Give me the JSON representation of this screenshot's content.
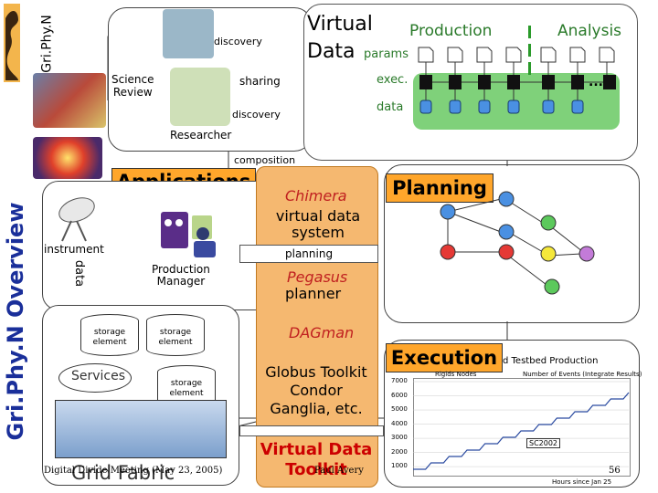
{
  "logo": {
    "vertical_text": "Gri.Phy.N"
  },
  "sidebar": {
    "title": "Gri.Phy.N Overview"
  },
  "virtual_data": {
    "title_line1": "Virtual",
    "title_line2": "Data",
    "production": "Production",
    "analysis": "Analysis",
    "params": "params",
    "exec": "exec.",
    "data": "data",
    "ellipsis": "..."
  },
  "researcher_panel": {
    "discovery_top": "discovery",
    "science_review": "Science\nReview",
    "sharing": "sharing",
    "discovery_bottom": "discovery",
    "researcher": "Researcher",
    "composition": "composition"
  },
  "applications": {
    "title": "Applications"
  },
  "left_panel": {
    "instrument": "instrument",
    "data": "data",
    "production_manager": "Production\nManager",
    "storage_1": "storage\nelement",
    "storage_2": "storage\nelement",
    "storage_3": "storage\nelement",
    "services": "Services",
    "grid_fabric": "Grid Fabric"
  },
  "center_column": {
    "chimera": "Chimera",
    "virtual_data_system": "virtual data\nsystem",
    "planning": "planning",
    "pegasus": "Pegasus",
    "planner": "planner",
    "dagman": "DAGman",
    "globus": "Globus Toolkit\nCondor\nGanglia, etc.",
    "vdt": "Virtual Data\nToolkit"
  },
  "planning_panel": {
    "title": "Planning"
  },
  "execution_panel": {
    "title": "Execution",
    "chart_title": "d Testbed Production",
    "legend_left": "Rigids Nodes",
    "legend_right": "Number of Events (Integrate Results)",
    "label": "SC2002",
    "x_axis": "Hours since Jan 25"
  },
  "footer": {
    "meeting": "Digital Divide Meeting (May 23, 2005)",
    "author": "Paul Avery",
    "page": "56"
  },
  "colors": {
    "accent": "#ffa62b",
    "sidebar_text": "#1a2f9a",
    "virtual_data_bg": "#7fd17a",
    "node_blue": "#4a90e2",
    "node_red": "#e53935",
    "node_green": "#5cc95c",
    "node_yellow": "#f5e83a",
    "node_violet": "#c37bd8",
    "vdt_red": "#cc0000"
  },
  "chart_data": {
    "type": "line",
    "title": "d Testbed Production",
    "x_axis_label": "Hours since Jan 25",
    "label": "SC2002",
    "y_tick_labels": [
      "7000",
      "6000",
      "5000",
      "4000",
      "3000",
      "2000",
      "1000"
    ],
    "ylim": [
      0,
      7000
    ],
    "grid": true
  }
}
